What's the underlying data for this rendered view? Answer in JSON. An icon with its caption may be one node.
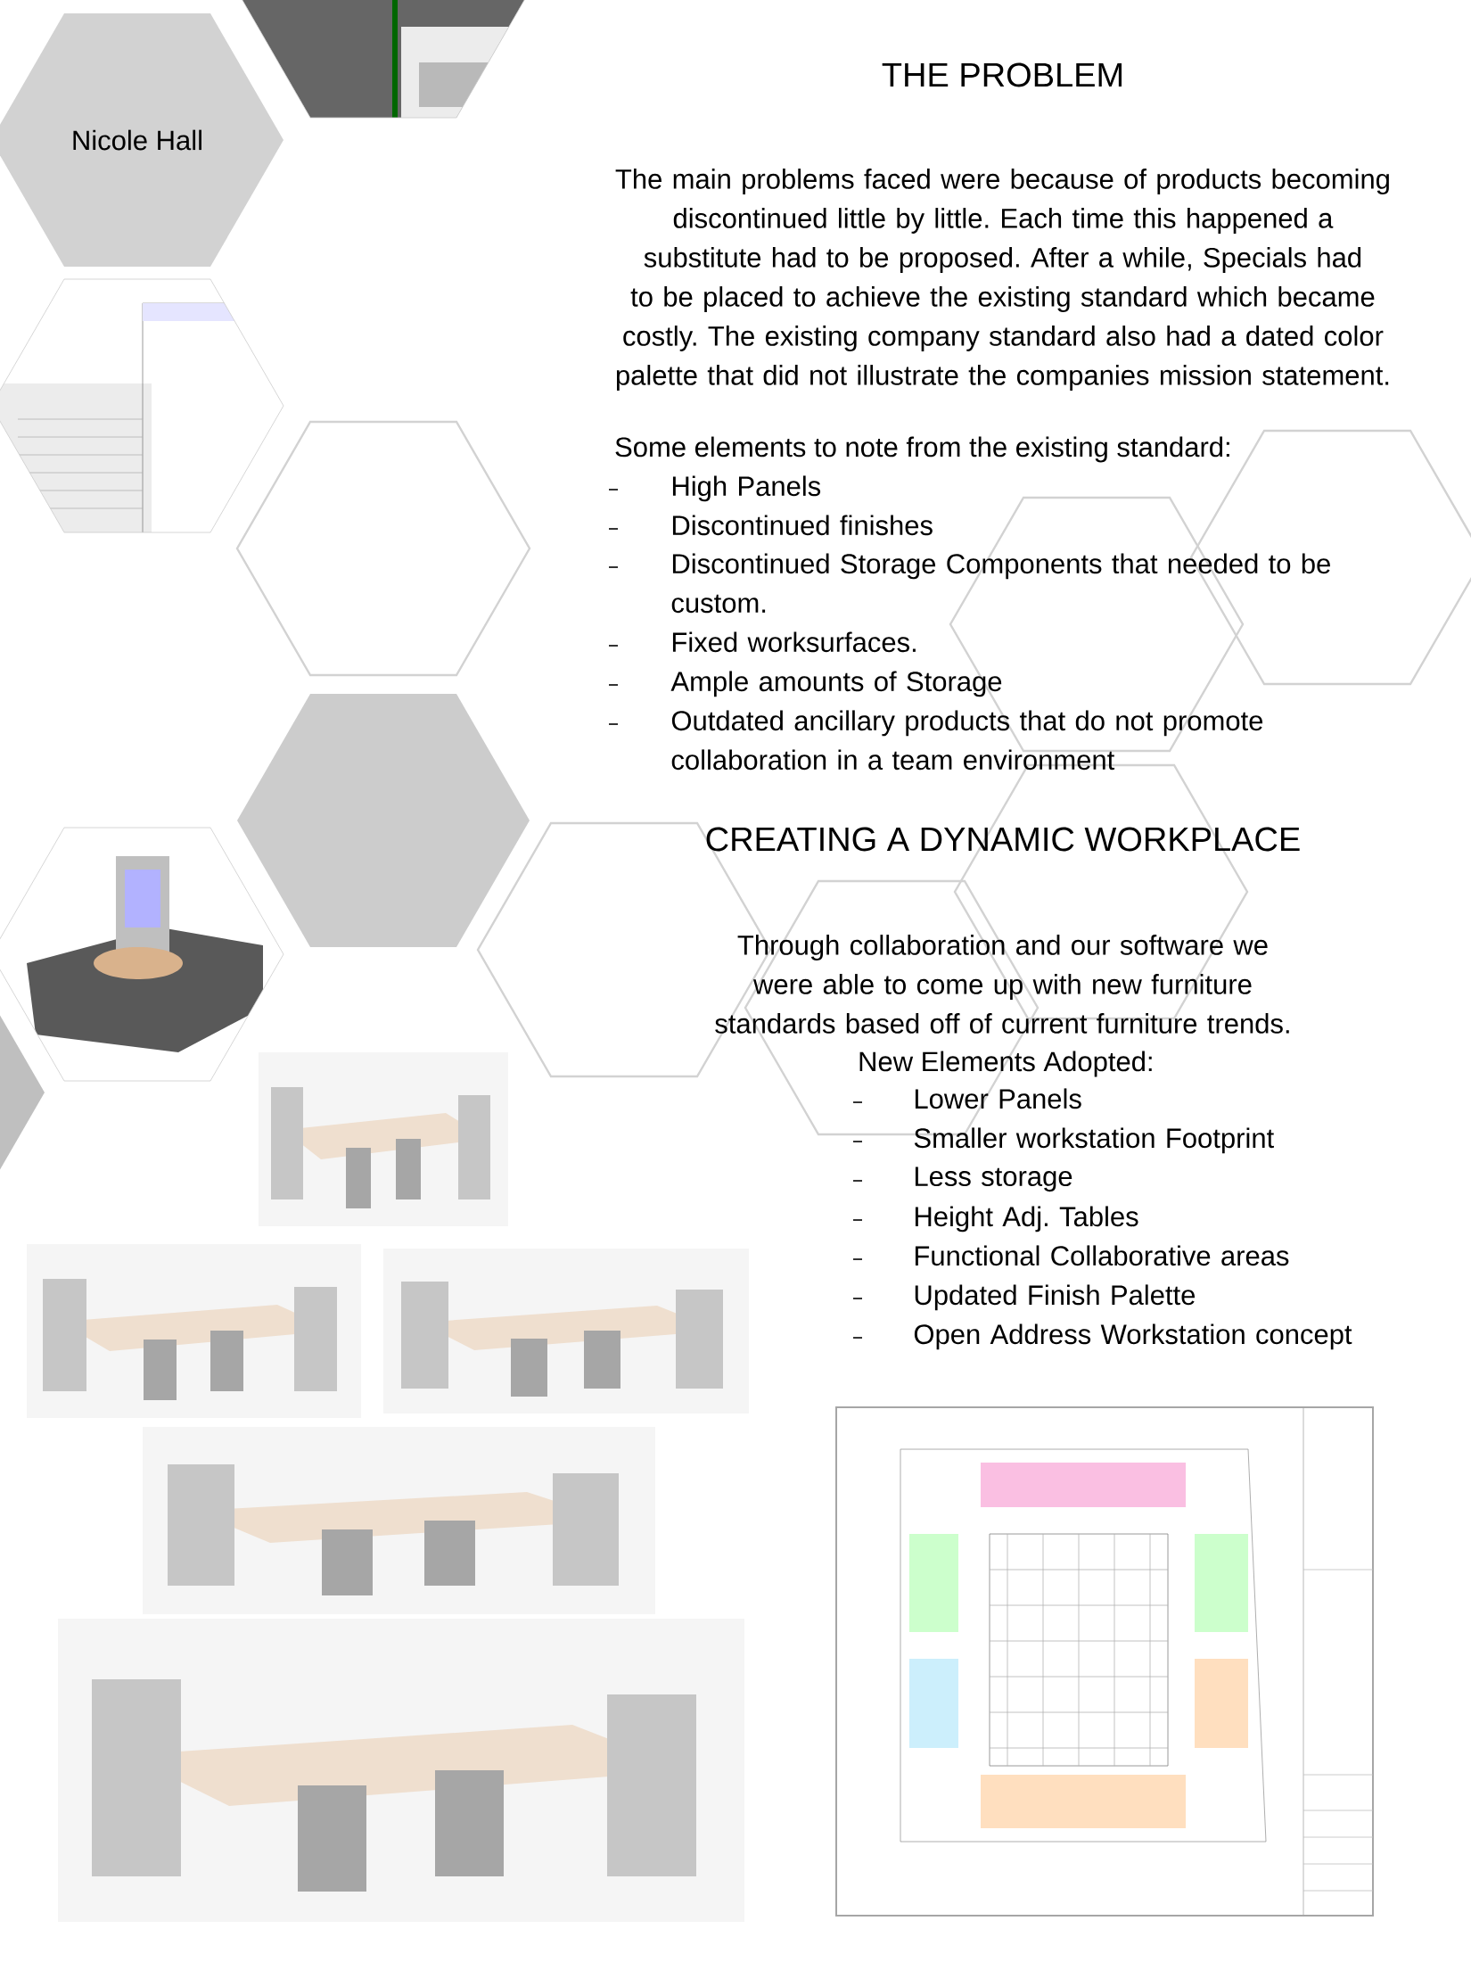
{
  "diagram": {
    "nodes": [
      {
        "text": [
          "Nicole Hall"
        ]
      }
    ],
    "labels": [
      "THE PROBLEM",
      "The main problems faced were because of products becoming discontinued little by little. Each time this happened a substitute had to be proposed. After a while, Specials had to be placed to achieve the existing standard which became costly. The existing company standard also had a dated color palette that did not illustrate the companies mission statement.",
      "Some elements to note from the existing standard:",
      "High Panels",
      "Discontinued finishes",
      "Discontinued Storage Components that needed to be custom.",
      "Fixed worksurfaces.",
      "Ample amounts of Storage",
      "Outdated ancillary products that do not promote collaboration in a team environment",
      "CREATING A DYNAMIC WORKPLACE",
      "Through collaboration and our software we were able to come up with new furniture standards based off of current furniture trends.",
      "New Elements Adopted:",
      "Lower Panels",
      "Smaller workstation Footprint",
      "Less storage",
      "Height Adj. Tables",
      "Functional Collaborative areas",
      "Updated Finish Palette",
      "Open Address Workstation concept"
    ]
  }
}
